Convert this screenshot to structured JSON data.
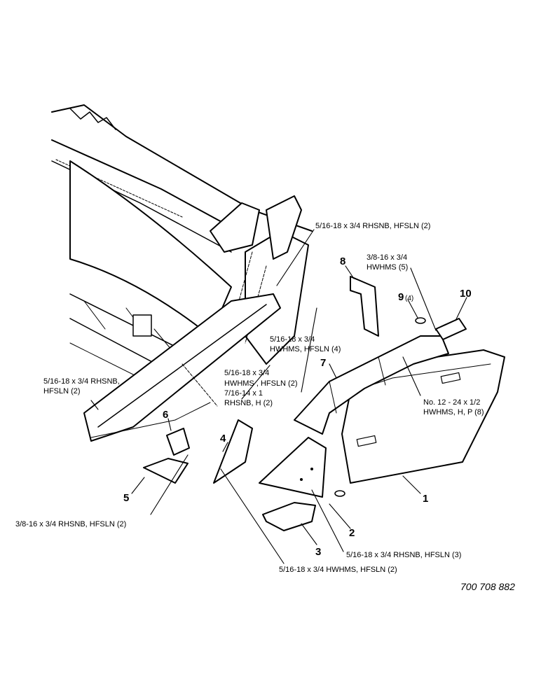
{
  "callouts": {
    "item_1": "1",
    "item_2": "2",
    "item_3": "3",
    "item_4": "4",
    "item_5": "5",
    "item_6": "6",
    "item_7": "7",
    "item_8": "8",
    "item_9": "9",
    "item_9_qty": "(4)",
    "item_10": "10"
  },
  "hardware_labels": {
    "top_bolt": "5/16-18 x 3/4 RHSNB, HFSLN (2)",
    "item8_bolt_line1": "3/8-16 x 3/4",
    "item8_bolt_line2": "HWHMS (5)",
    "item7_bolt_line1": "5/16-18 x 3/4",
    "item7_bolt_line2": "HWHMS, HFSLN (4)",
    "center_line1": "5/16-18 x 3/4",
    "center_line2": "HWHMS , HFSLN (2)",
    "center_line3": "7/16-14 x 1",
    "center_line4": "RHSNB, H (2)",
    "left_line1": "5/16-18 x 3/4 RHSNB,",
    "left_line2": "HFSLN (2)",
    "screw_line1": "No. 12 - 24 x 1/2",
    "screw_line2": "HWHMS, H, P (8)",
    "bottom_left": "3/8-16 x 3/4 RHSNB, HFSLN (2)",
    "item2_bolt": "5/16-18 x 3/4 RHSNB, HFSLN (3)",
    "item4_bolt": "5/16-18 x 3/4 HWHMS, HFSLN (2)"
  },
  "drawing_number": "700 708 882"
}
